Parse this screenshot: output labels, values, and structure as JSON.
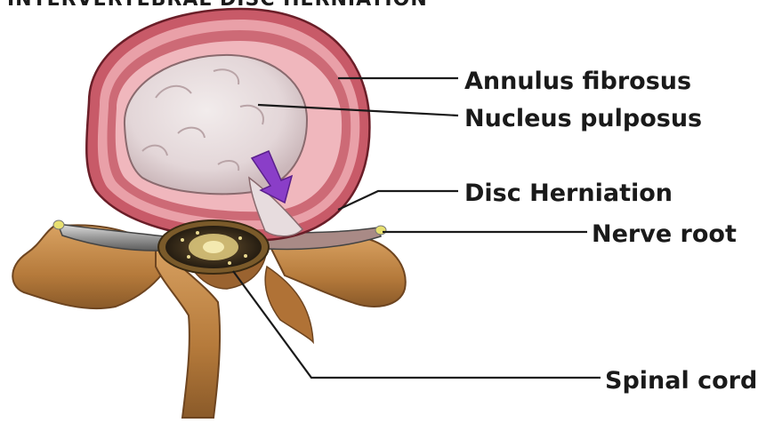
{
  "title": "INTERVERTEBRAL DISC HERNIATION",
  "labels": {
    "annulus": "Annulus fibrosus",
    "nucleus": "Nucleus pulposus",
    "herniation": "Disc Herniation",
    "nerve_root": "Nerve root",
    "spinal_cord": "Spinal cord"
  },
  "colors": {
    "annulus_outer": "#c8606c",
    "annulus_inner": "#e8a0a8",
    "nucleus": "#e6dadc",
    "bone": "#c0894a",
    "bone_dark": "#7a4f24",
    "nerve": "#a6a6a6",
    "arrow": "#8a3ec8",
    "cord": "#2e2418"
  }
}
